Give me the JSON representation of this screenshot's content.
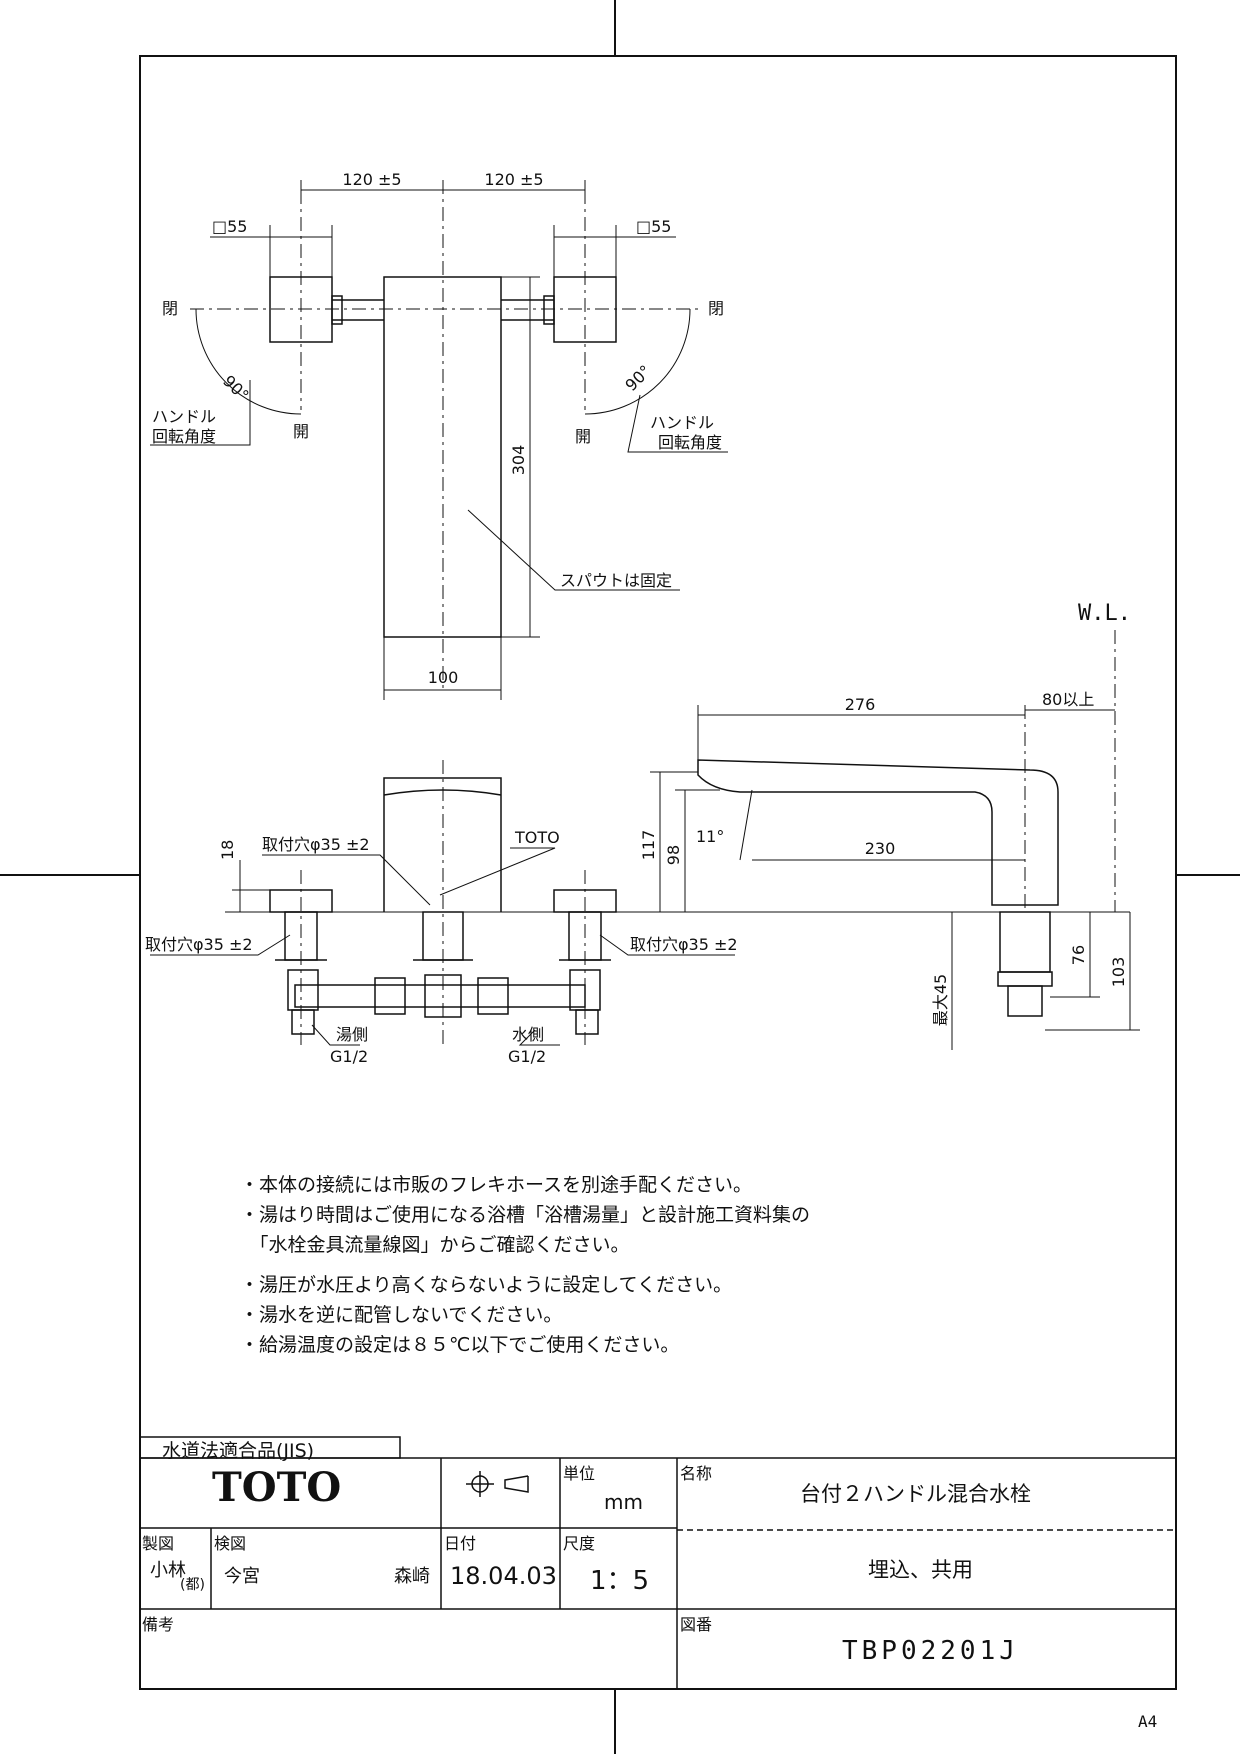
{
  "drawing": {
    "top_view": {
      "dim_left_spacing": "120 ±5",
      "dim_right_spacing": "120 ±5",
      "dim_left_handle": "□55",
      "dim_right_handle": "□55",
      "label_close_left": "閉",
      "label_close_right": "閉",
      "label_open_left": "開",
      "label_open_right": "開",
      "angle_left": "90°",
      "angle_right": "90°",
      "handle_rotation_left": [
        "ハンドル",
        "回転角度"
      ],
      "handle_rotation_right": [
        "ハンドル",
        "回転角度"
      ],
      "spout_length": "304",
      "spout_note": "スパウトは固定",
      "spout_width": "100"
    },
    "front_view": {
      "dim_top": "18",
      "mount_hole_center": "取付穴φ35 ±2",
      "mount_hole_left": "取付穴φ35 ±2",
      "mount_hole_right": "取付穴φ35 ±2",
      "brand_mark": "TOTO",
      "hot_side": "湯側",
      "cold_side": "水側",
      "thread_left": "G1/2",
      "thread_right": "G1/2"
    },
    "side_view": {
      "water_level": "W.L.",
      "dim_reach": "276",
      "dim_clearance": "80以上",
      "dim_height_total": "117",
      "dim_height_spout": "98",
      "angle": "11°",
      "dim_inner": "230",
      "dim_max": "最大45",
      "dim_76": "76",
      "dim_103": "103"
    }
  },
  "notes": [
    "・本体の接続には市販のフレキホースを別途手配ください。",
    "・湯はり時間はご使用になる浴槽「浴槽湯量」と設計施工資料集の",
    "　「水栓金具流量線図」からご確認ください。",
    "・湯圧が水圧より高くならないように設定してください。",
    "・湯水を逆に配管しないでください。",
    "・給湯温度の設定は８５℃以下でご使用ください。"
  ],
  "title_block": {
    "jis": "水道法適合品(JIS)",
    "brand": "TOTO",
    "unit_label": "単位",
    "unit_value": "mm",
    "name_label": "名称",
    "name_value": "台付２ハンドル混合水栓",
    "drawn_label": "製図",
    "drawn_name": "小林",
    "drawn_group": "(都)",
    "checked_label": "検図",
    "checked_name1": "今宮",
    "checked_name2": "森崎",
    "date_label": "日付",
    "date_value": "18.04.03",
    "scale_label": "尺度",
    "scale_value": "1：5",
    "variant": "埋込、共用",
    "remarks_label": "備考",
    "drawing_no_label": "図番",
    "drawing_no": "TBP02201J",
    "paper_size": "A4"
  }
}
